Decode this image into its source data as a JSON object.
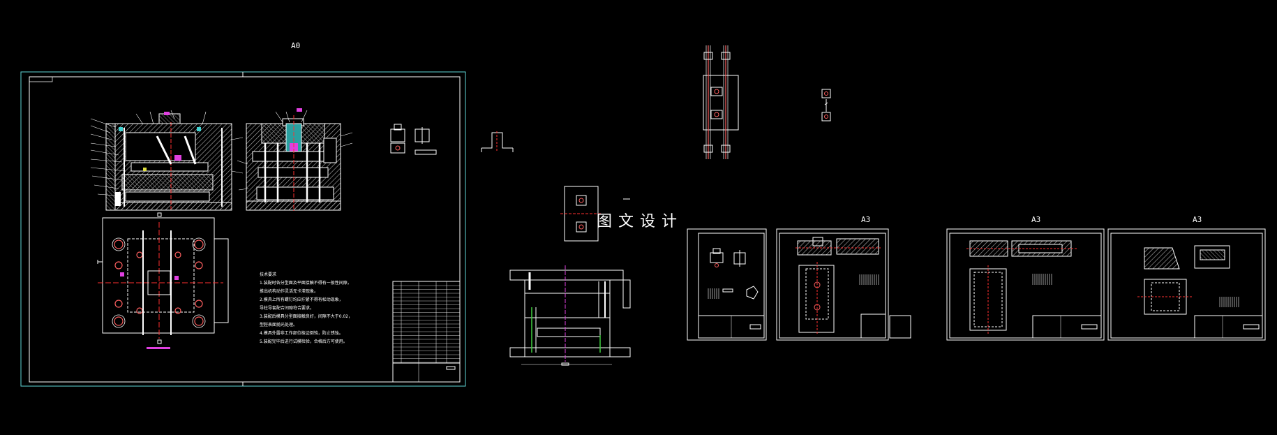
{
  "viewer": {
    "background": "#000000",
    "colors": {
      "frame": "#5fd7d7",
      "line": "#ffffff",
      "hatch": "#bfbfbf",
      "centerline": "#ff3030",
      "accent": "#e040e0",
      "hole": "#ff6060",
      "yellow": "#e0e040",
      "green": "#40d040"
    }
  },
  "sheets": {
    "a0": {
      "size_label": "A0"
    },
    "a3_1": {
      "size_label": "A3"
    },
    "a3_2": {
      "size_label": "A3"
    },
    "a3_3": {
      "size_label": "A3"
    }
  },
  "watermark": {
    "text": "图文设计"
  },
  "technical_notes": {
    "title": "技术要求",
    "lines": [
      "1.装配时各分型面及平面接触不得有一般性间隙，",
      "  推出机构动作灵活无卡滞现象。",
      "2.模具上所有螺钉均应拧紧不得有松动现象，",
      "  导柱导套配合间隙符合要求。",
      "3.装配后模具分型面接触良好，间隙不大于0.02，",
      "  型腔表面抛光处理。",
      "4.模具外露非工作部位棱边倒钝，防止锈蚀。",
      "5.装配完毕后进行试模检验，合格后方可使用。"
    ]
  }
}
